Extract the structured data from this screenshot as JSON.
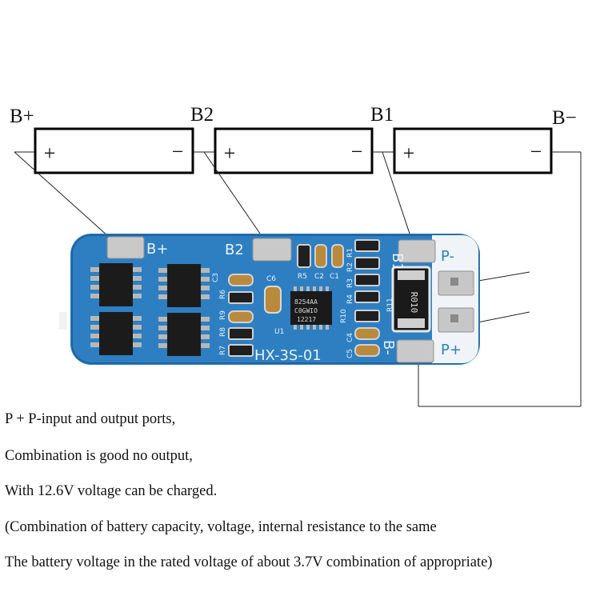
{
  "terminals": {
    "b_plus": "B+",
    "b2": "B2",
    "b1": "B1",
    "b_minus": "B−"
  },
  "cell_signs": {
    "plus": "+",
    "minus": "−"
  },
  "board": {
    "model": "HX-3S-01",
    "pad_labels": {
      "b_plus": "B+",
      "b2": "B2",
      "b1": "B1",
      "b_minus": "B-",
      "p_minus": "P-",
      "p_plus": "P+"
    },
    "component_labels": [
      "C3",
      "R6",
      "R9",
      "R8",
      "R7",
      "C6",
      "R5",
      "C2",
      "C1",
      "R1",
      "R2",
      "R3",
      "R4",
      "R10",
      "C4",
      "C5",
      "U1",
      "R11"
    ],
    "resistor_code": "R010",
    "ic_marking": [
      "8254AA",
      "C0GWIO",
      "12217"
    ]
  },
  "description": [
    "P + P-input and output ports,",
    "Combination is good no output,",
    "With 12.6V voltage can be charged.",
    "(Combination of battery capacity, voltage, internal resistance to the same",
    "The battery voltage in the rated voltage of about 3.7V combination of appropriate)"
  ]
}
